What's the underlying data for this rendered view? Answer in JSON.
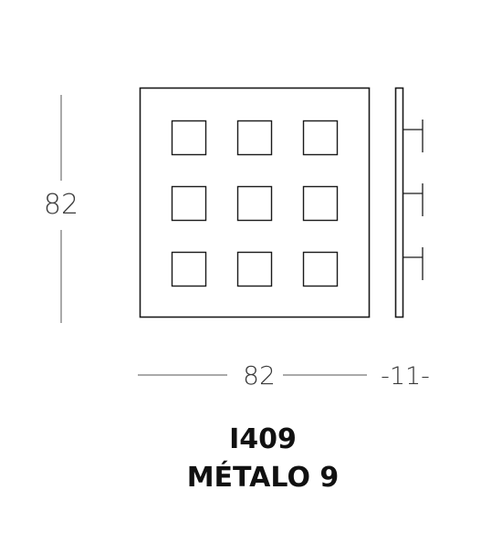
{
  "dimensions": {
    "height_label": "82",
    "width_label": "82",
    "depth_label": "-11-"
  },
  "product": {
    "code": "I409",
    "name": "MÉTALO 9"
  },
  "front_view": {
    "grid_rows": 3,
    "grid_cols": 3
  },
  "side_view": {
    "mount_count": 3
  },
  "colors": {
    "line": "#1a1a1a",
    "dimension_line": "#555555",
    "text": "#111111"
  }
}
